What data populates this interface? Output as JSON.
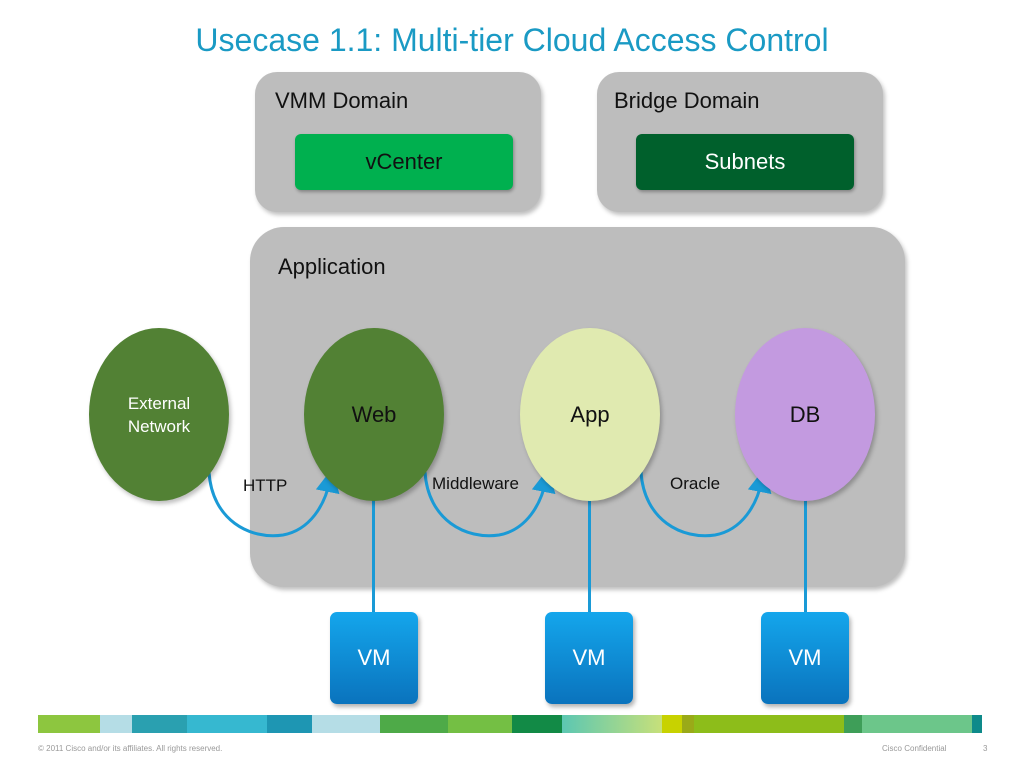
{
  "title": "Usecase 1.1: Multi-tier Cloud Access Control",
  "vmm_domain": {
    "label": "VMM Domain",
    "item": "vCenter"
  },
  "bridge_domain": {
    "label": "Bridge Domain",
    "item": "Subnets"
  },
  "application": {
    "label": "Application",
    "tiers": [
      "Web",
      "App",
      "DB"
    ]
  },
  "external_network": "External Network",
  "connections": [
    "HTTP",
    "Middleware",
    "Oracle"
  ],
  "vms": [
    "VM",
    "VM",
    "VM"
  ],
  "footer": {
    "copyright": "© 2011 Cisco and/or its affiliates. All rights reserved.",
    "confidential": "Cisco Confidential",
    "page": "3"
  },
  "colors": {
    "title": "#1a9ac4",
    "panel": "#bdbdbd",
    "vcenter": "#00b04f",
    "subnets": "#00602c",
    "external": "#528134",
    "web": "#528134",
    "app": "#e0eab0",
    "db": "#c39ae0",
    "vm": "#0a8fd8",
    "arrow": "#1a9ad6"
  }
}
